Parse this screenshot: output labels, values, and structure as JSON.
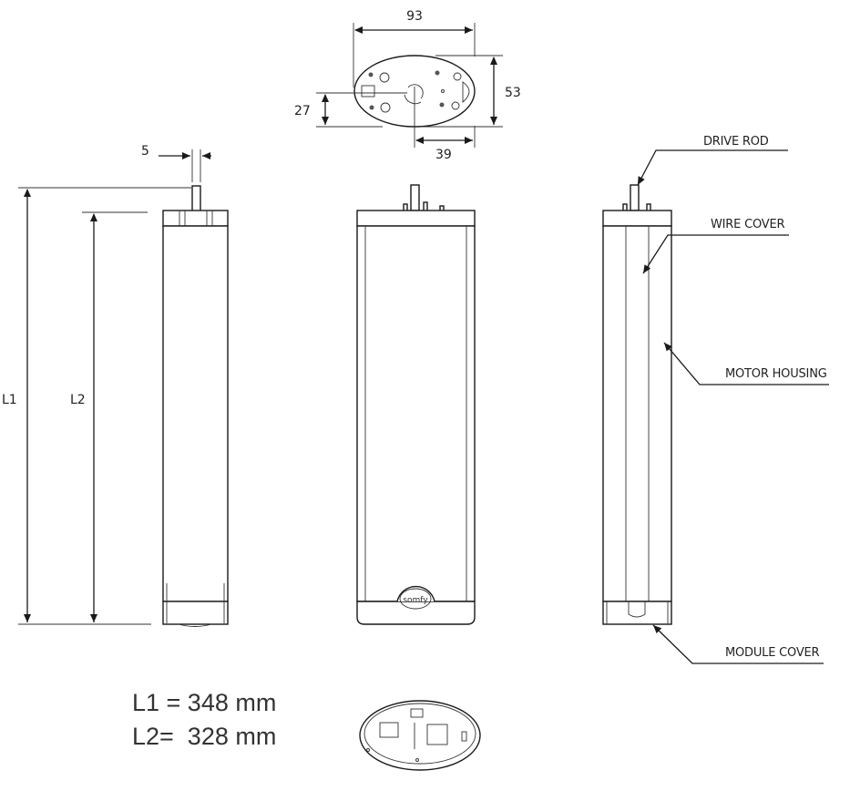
{
  "dimensions": {
    "top_width": "93",
    "top_height": "53",
    "top_offset_y": "27",
    "top_offset_x": "39",
    "rod_width": "5",
    "l1_label": "L1",
    "l2_label": "L2"
  },
  "callouts": {
    "drive_rod": "DRIVE ROD",
    "wire_cover": "WIRE COVER",
    "motor_housing": "MOTOR HOUSING",
    "module_cover": "MODULE COVER"
  },
  "specs": {
    "l1": "L1 = 348 mm",
    "l2": "L2=  328 mm"
  },
  "logo_text": "somfy"
}
